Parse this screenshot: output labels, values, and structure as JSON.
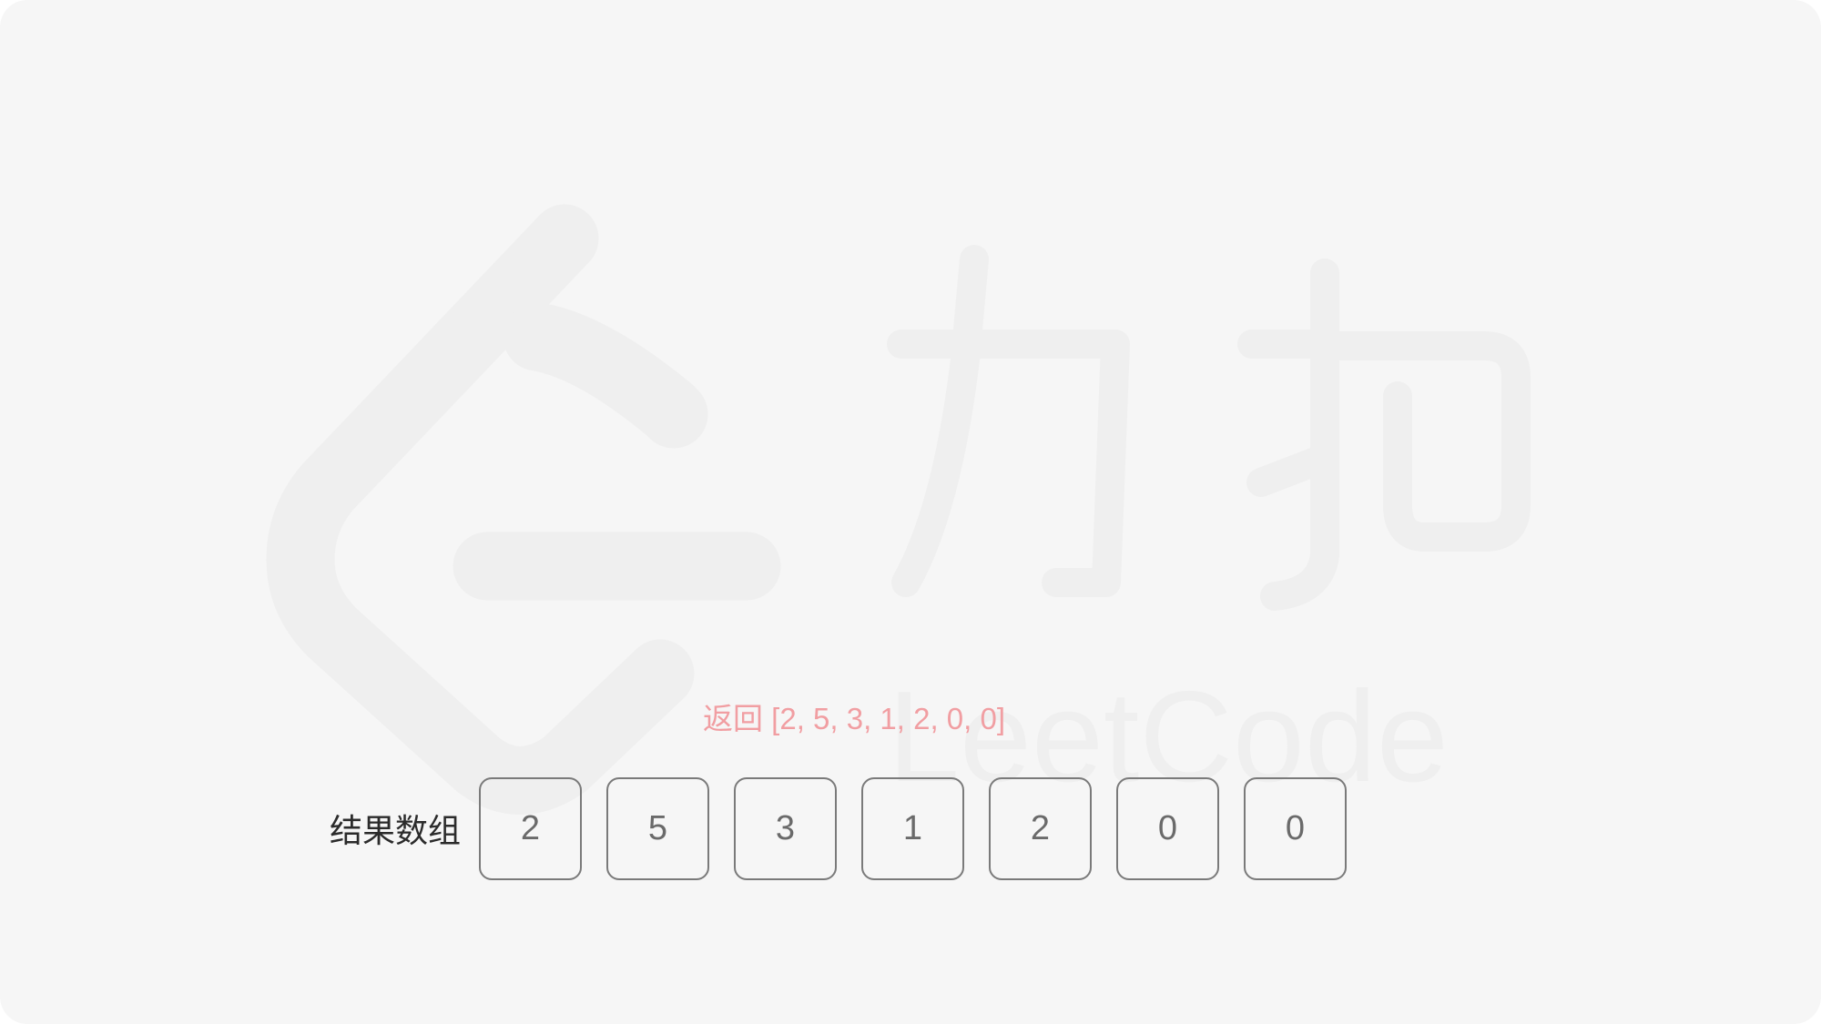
{
  "result": {
    "return_text": "返回 [2, 5, 3, 1, 2, 0, 0]",
    "label": "结果数组",
    "values": [
      "2",
      "5",
      "3",
      "1",
      "2",
      "0",
      "0"
    ]
  },
  "watermark": {
    "logo_text": "LeetCode",
    "brand_text": "力扣",
    "icon": "leetcode-logo-icon"
  },
  "colors": {
    "background": "#f6f6f6",
    "highlight": "#f19ea2",
    "cell_border": "#7a7a7a",
    "cell_text": "#6a6a6a",
    "label_text": "#2b2b2b",
    "watermark": "#eeeeee"
  }
}
